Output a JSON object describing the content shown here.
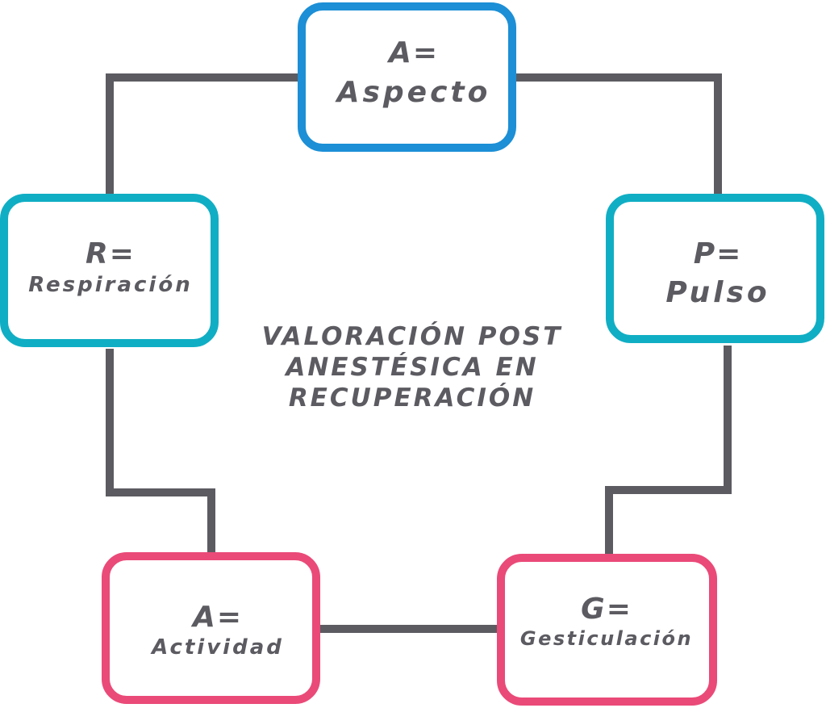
{
  "colors": {
    "connector": "#5c5b61",
    "blue": "#1c8fd6",
    "teal": "#10aec4",
    "pink": "#ea4a78",
    "text": "#5c5b61"
  },
  "center": {
    "line1": "VALORACIÓN POST",
    "line2": "ANESTÉSICA EN",
    "line3": "RECUPERACIÓN"
  },
  "nodes": {
    "aspecto": {
      "letter": "A=",
      "word": "Aspecto"
    },
    "pulso": {
      "letter": "P=",
      "word": "Pulso"
    },
    "gesticulacion": {
      "letter": "G=",
      "word": "Gesticulación"
    },
    "actividad": {
      "letter": "A=",
      "word": "Actividad"
    },
    "respiracion": {
      "letter": "R=",
      "word": "Respiración"
    }
  }
}
